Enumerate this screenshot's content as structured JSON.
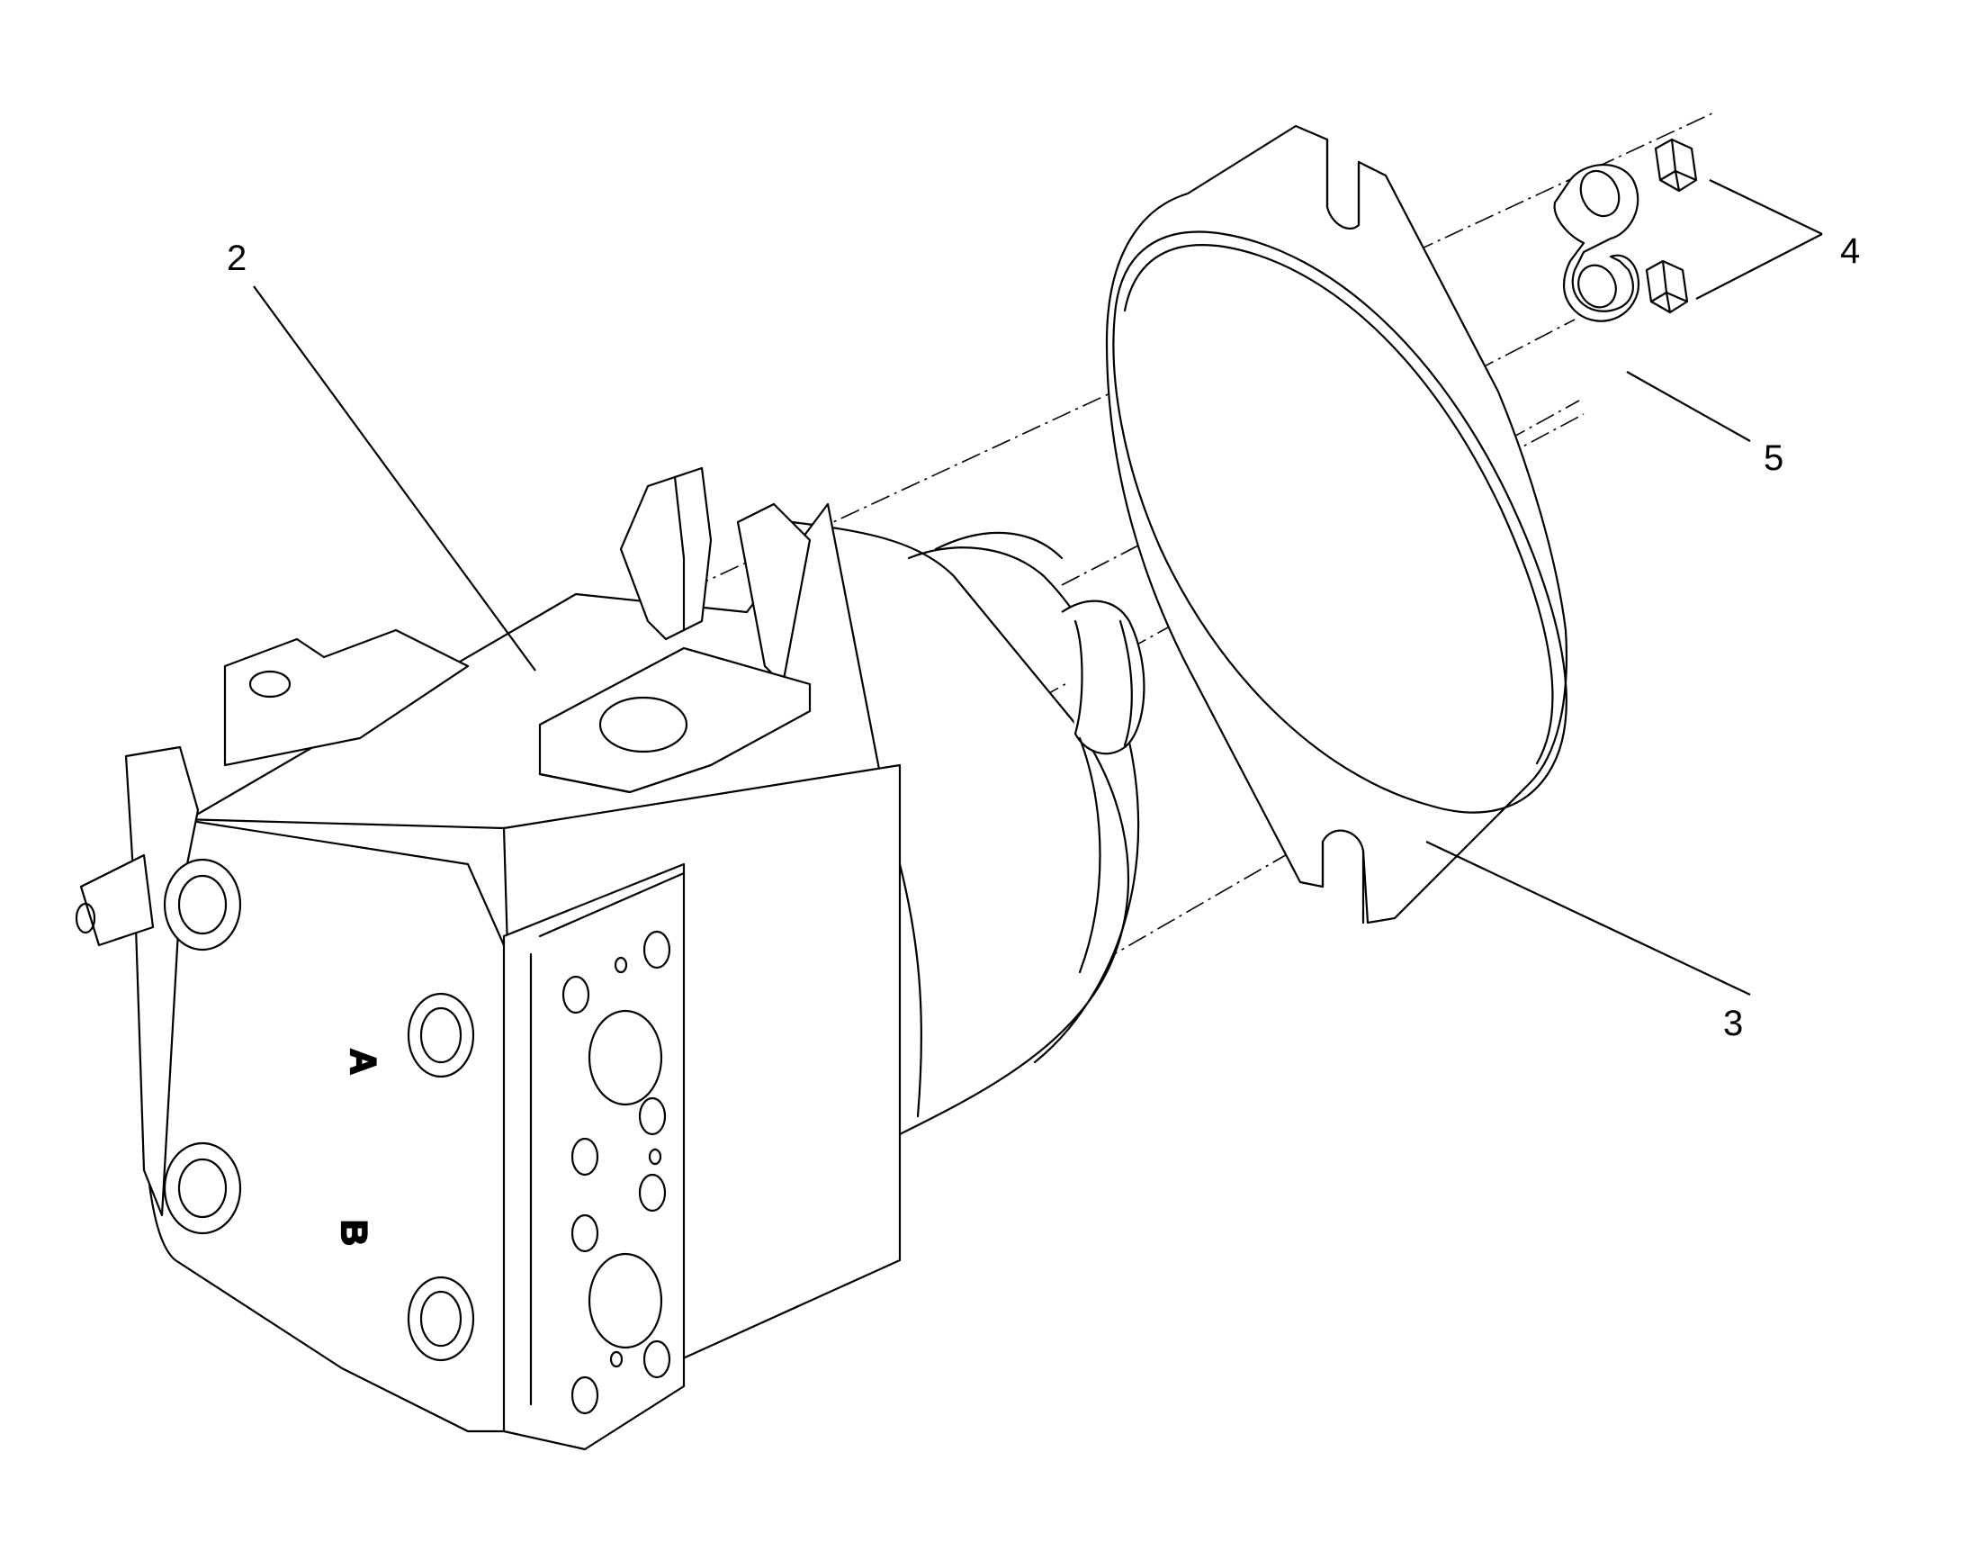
{
  "diagram": {
    "callouts": [
      {
        "id": "2",
        "label": "2"
      },
      {
        "id": "3",
        "label": "3"
      },
      {
        "id": "4",
        "label": "4"
      },
      {
        "id": "5",
        "label": "5"
      }
    ],
    "embossed_letters": [
      "A",
      "B"
    ]
  }
}
